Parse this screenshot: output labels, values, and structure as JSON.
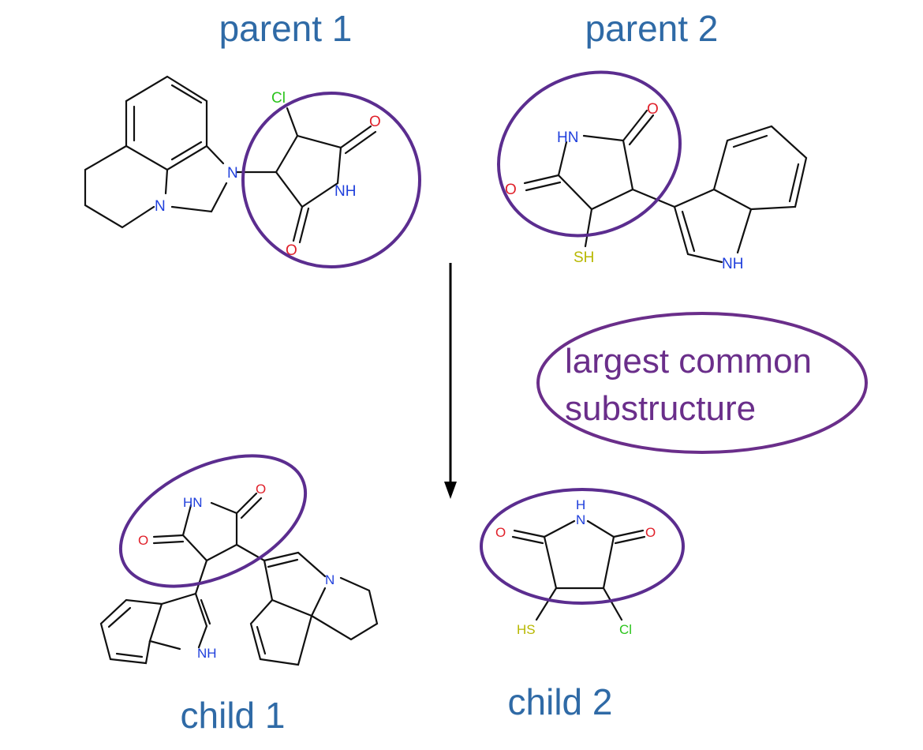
{
  "panels": {
    "parent1": "parent 1",
    "parent2": "parent 2",
    "child1": "child 1",
    "child2": "child 2"
  },
  "caption": {
    "line1": "largest common",
    "line2": "substructure"
  },
  "atoms": {
    "N": "N",
    "NH": "NH",
    "HN": "HN",
    "H": "H",
    "O": "O",
    "Cl": "Cl",
    "SH": "SH",
    "HS": "HS"
  },
  "colors": {
    "title": "#2f6aa6",
    "highlight": "#5b2d8f",
    "nitrogen": "#1f3fdc",
    "oxygen": "#e0202a",
    "chlorine": "#2bc41c",
    "sulfur": "#b8b800",
    "bond": "#111111"
  }
}
